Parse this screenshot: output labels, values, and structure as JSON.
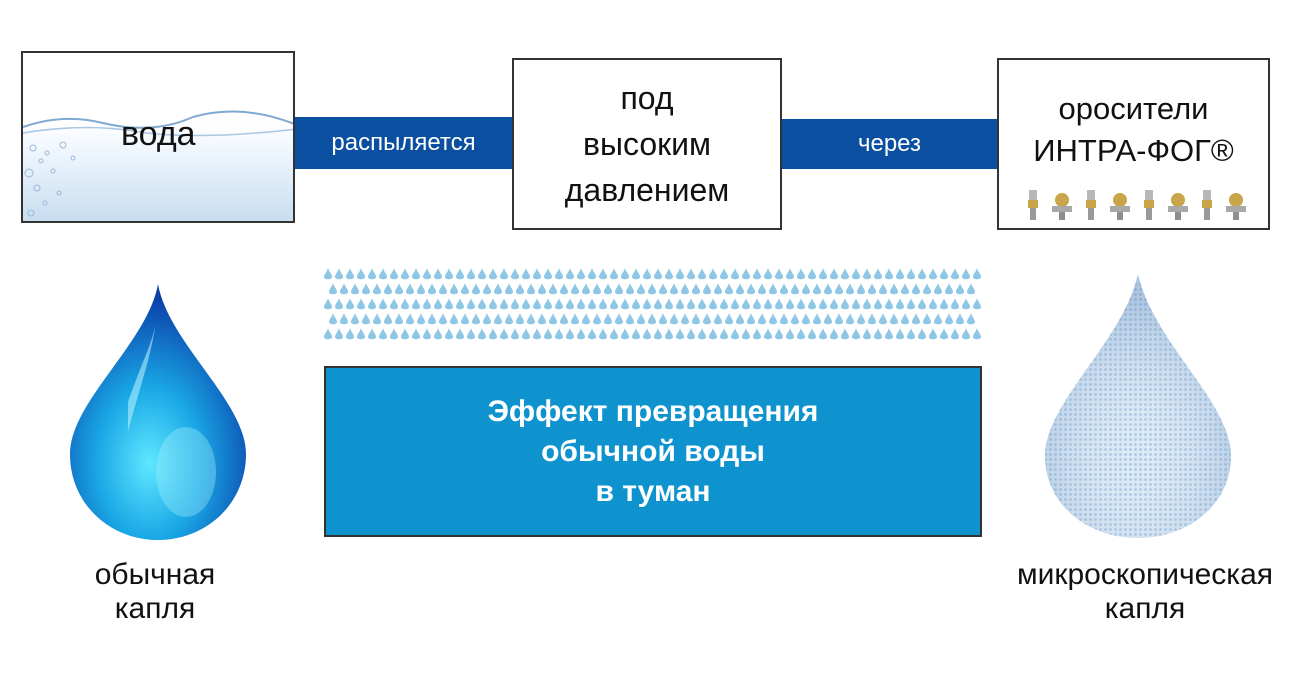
{
  "flow": {
    "water": "вода",
    "arrow1": "распыляется",
    "pressure": "под\nвысоким\nдавлением",
    "arrow2": "через",
    "sprinklers_line1": "оросители",
    "sprinklers_line2": "ИНТРА-ФОГ®"
  },
  "effect": {
    "text": "Эффект превращения\nобычной воды\nв туман"
  },
  "drops": {
    "ordinary": "обычная\nкапля",
    "micro": "микроскопическая\nкапля"
  },
  "colors": {
    "band": "#0b4fa0",
    "effect_box": "#0e93cf",
    "fog_drops": "#8ec7e6"
  },
  "icons": [
    "water-splash-image",
    "sprinkler-nozzle-icon",
    "fog-droplets",
    "water-drop-icon",
    "mesh-drop-icon"
  ]
}
